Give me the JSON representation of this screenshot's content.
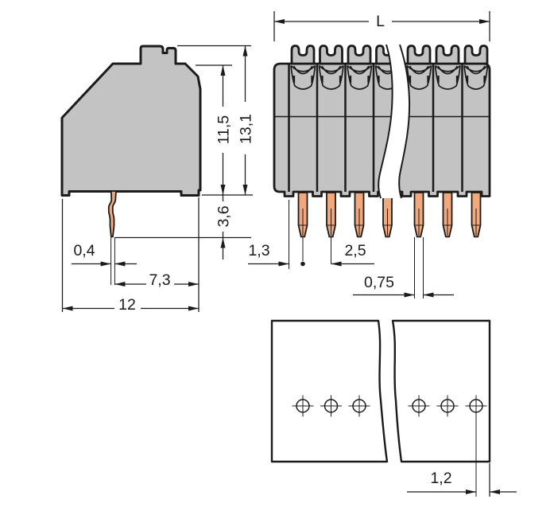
{
  "drawing": {
    "type": "technical-dimension-drawing",
    "component": "pcb-terminal-block",
    "labels": {
      "total_length": "L",
      "body_height": "11,5",
      "overall_height": "13,1",
      "pin_protrusion": "3,6",
      "pin_thickness_side": "0,4",
      "pin_to_edge": "7,3",
      "depth": "12",
      "wall_to_first_pole": "1,3",
      "pin_pitch": "2,5",
      "pin_width_front": "0,75",
      "hole_to_board_edge": "1,2"
    },
    "colors": {
      "housing": "#c3c3c3",
      "pin": "#f1a87c",
      "line": "#1b1b1b",
      "background": "#ffffff"
    },
    "views": {
      "side_view": "housing profile with push-button and solder pin",
      "front_view": "multi-pole terminal strip with break line, length L",
      "pcb_view": "drilling plan with 6 marked holes and break line"
    }
  }
}
